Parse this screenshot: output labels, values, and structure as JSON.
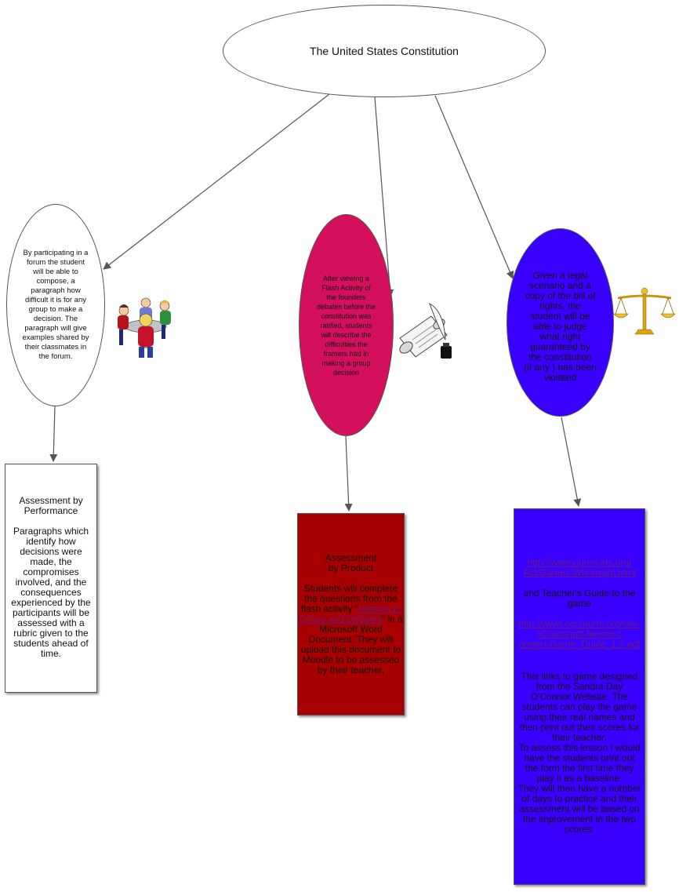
{
  "root": {
    "title": "The United States Constitution"
  },
  "objectives": [
    {
      "text": "By participating in a\nforum the student\nwill be able to\ncompose,  a\nparagraph how\ndifficult it is for any\ngroup to make a\ndecision.  The\nparagraph will give\nexamples shared by\ntheir classmates in\nthe forum.",
      "color": "#ffffff"
    },
    {
      "text": "After viewing a\nFlash Activity of\nthe founders\ndebates before the\nconstitution was\nratified, students\nwill  describe the\ndifficulties the\nframers had in\nmaking a group\ndecision",
      "color": "#d4105c"
    },
    {
      "text": "Given a legal\nscenario and a\ncopy of the bill of\nrights,  the\nstudent will be\nable to judge\nwhat right\nguaranteed by\nthe constitution\n(if any ) has been\nviolated",
      "color": "#3a00ff"
    }
  ],
  "assessments": {
    "performance": {
      "title": "Assessment by\nPerformance",
      "body": "Paragraphs which\nidentify  how\ndecisions were\nmade, the\ncompromises\ninvolved, and the\nconsequences\nexperienced by the\nparticipants will be\nassessed with a\nrubric given to the\nstudents ahead of\ntime.",
      "color": "#ffffff"
    },
    "product": {
      "title": "Assessment\nby Product",
      "body_pre": "Students will complete\nthe questions from the\nflash activity \"",
      "link": "Mission 2:\nCrises and Debates",
      "body_post": "\" in a\nMicrosoft Word\nDocument. They will\nupload this document to\nMoodle to be assessed\nby their teacher.",
      "color": "#a80000"
    },
    "game": {
      "link1": "http://www.ourcourts.org/\nAct/Games-Whomight.html",
      "mid": "and Teacher's Guide to the\ngame",
      "link2": "http://www.ourcourts.org/site-\n/Courts/pdf-file/ind-c\nonnect-Game_Guide_1.2.pdf",
      "body": "This links to game designed\nfrom the Sandra Day\nO'Connor Website.  The\nstudents can play the game\nusing their real names and\nthen print out  their scores for\ntheir teacher.\nTo assess this lesson I would\nhave the students print out\nthe form the first time they\nplay it as a baseline.\nThey will then have a number\nof days to practice and their\nassessment will be based on\nthe improvement in the two\nscores.",
      "color": "#3a00ff"
    }
  },
  "clipart": [
    "people-at-table-icon",
    "scroll-and-quill-icon",
    "scales-of-justice-icon"
  ],
  "connector_color": "#555555"
}
